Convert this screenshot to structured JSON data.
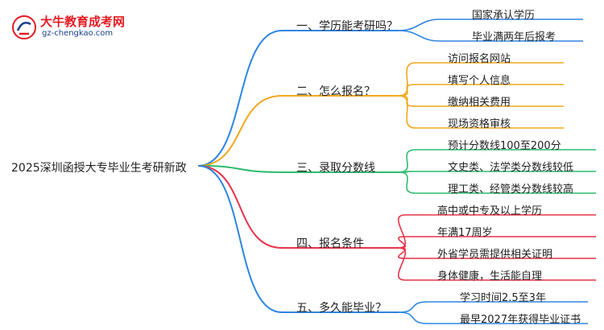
{
  "logo": {
    "brand": "大牛教育成考网",
    "site": "gz-chengkao.com"
  },
  "root": {
    "label": "2025深圳函授大专毕业生考研新政"
  },
  "colors": {
    "blue": "#2f86e0",
    "orange": "#f0a81c",
    "green": "#2dbb6e",
    "red": "#e8334a"
  },
  "branches": [
    {
      "label": "一、学历能考研吗？",
      "color": "blue",
      "leaves": [
        "国家承认学历",
        "毕业满两年后报考"
      ]
    },
    {
      "label": "二、怎么报名？",
      "color": "orange",
      "leaves": [
        "访问报名网站",
        "填写个人信息",
        "缴纳相关费用",
        "现场资格审核"
      ]
    },
    {
      "label": "三、录取分数线",
      "color": "green",
      "leaves": [
        "预计分数线100至200分",
        "文史类、法学类分数线较低",
        "理工类、经管类分数线较高"
      ]
    },
    {
      "label": "四、报名条件",
      "color": "red",
      "leaves": [
        "高中或中专及以上学历",
        "年满17周岁",
        "外省学员需提供相关证明",
        "身体健康，生活能自理"
      ]
    },
    {
      "label": "五、多久能毕业？",
      "color": "blue",
      "leaves": [
        "学习时间2.5至3年",
        "最早2027年获得毕业证书"
      ]
    }
  ]
}
